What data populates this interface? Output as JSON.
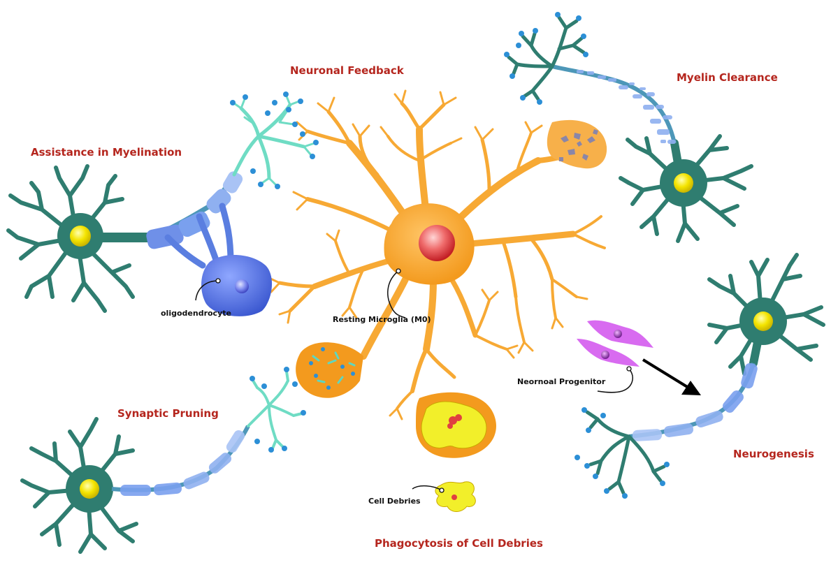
{
  "titles": {
    "neuronal_feedback": "Neuronal Feedback",
    "myelin_clearance": "Myelin Clearance",
    "assistance_myelination": "Assistance in Myelination",
    "synaptic_pruning": "Synaptic Pruning",
    "neurogenesis": "Neurogenesis",
    "phagocytosis": "Phagocytosis of Cell Debries"
  },
  "labels": {
    "oligodendrocyte": "oligodendrocyte",
    "resting_microglia": "Resting Microglia (M0)",
    "neuronal_progenitor": "Neornoal Progenitor",
    "cell_debries": "Cell Debries"
  },
  "colors": {
    "title": "#b5261e",
    "neuron": "#2f7d70",
    "neuron_nucleus": "#f4e400",
    "microglia": "#f7a934",
    "microglia_nucleus": "#e0393d",
    "oligodendrocyte": "#4a6fd8",
    "myelin": "#8fb0f0",
    "axon": "#4d97b8",
    "synapse": "#6fdcc4",
    "terminal": "#2c8fd6",
    "progenitor": "#cf4fe6",
    "debris": "#f2ef2a"
  }
}
